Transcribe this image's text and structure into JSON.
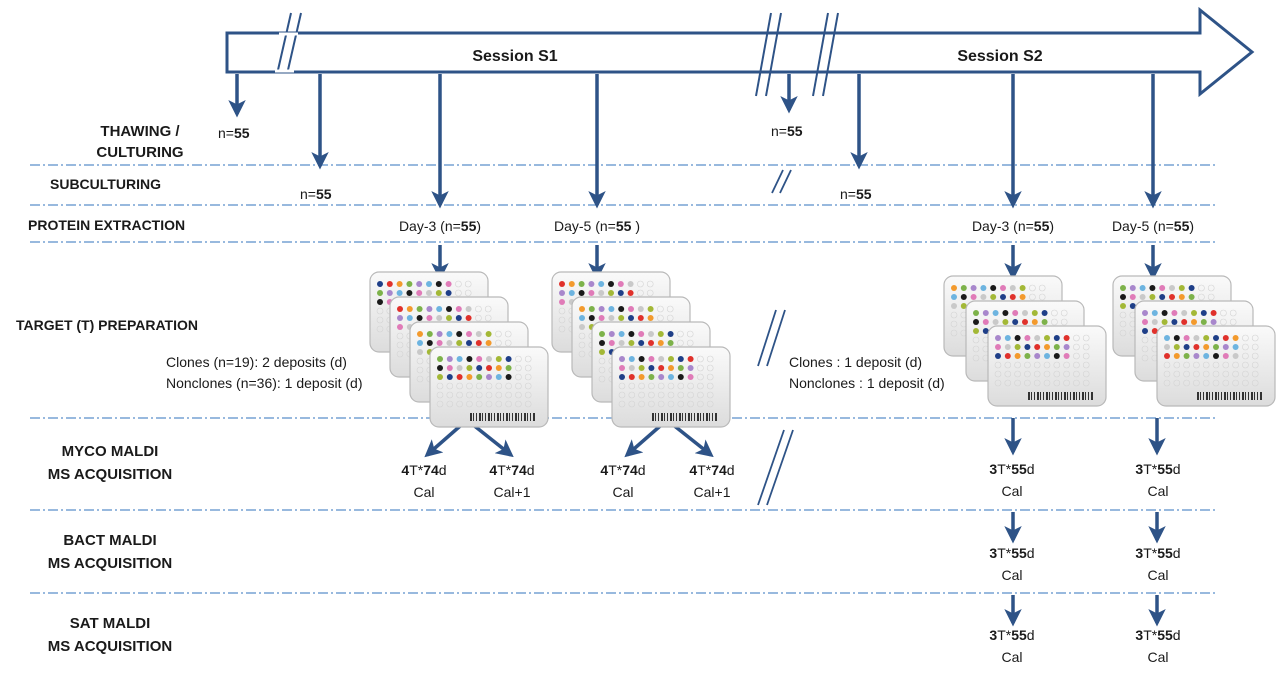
{
  "sessions": [
    {
      "label": "Session S1"
    },
    {
      "label": "Session S2"
    }
  ],
  "stages": {
    "thawing_1": "THAWING /",
    "thawing_2": "CULTURING",
    "subculturing": "SUBCULTURING",
    "protein": "PROTEIN EXTRACTION",
    "target": "TARGET (T) PREPARATION",
    "myco_1": "MYCO MALDI",
    "myco_2": "MS ACQUISITION",
    "bact_1": "BACT MALDI",
    "bact_2": "MS ACQUISITION",
    "sat_1": "SAT MALDI",
    "sat_2": "MS ACQUISITION"
  },
  "s1": {
    "thaw_prefix": "n=",
    "thaw_n": "55",
    "sub_prefix": "n=",
    "sub_n": "55",
    "day3_a": "Day-3 (n=",
    "day3_n": "55",
    "day3_b": ")",
    "day5_a": "Day-5 (n=",
    "day5_n": "55",
    "day5_b": " )",
    "clones": "Clones (n=19): 2 deposits (d)",
    "nonclones": "Nonclones (n=36): 1 deposit (d)",
    "acq": [
      {
        "t": "4",
        "mid": "T*",
        "d": "74",
        "suffix": "d",
        "cal": "Cal"
      },
      {
        "t": "4",
        "mid": "T*",
        "d": "74",
        "suffix": "d",
        "cal": "Cal+1"
      },
      {
        "t": "4",
        "mid": "T*",
        "d": "74",
        "suffix": "d",
        "cal": "Cal"
      },
      {
        "t": "4",
        "mid": "T*",
        "d": "74",
        "suffix": "d",
        "cal": "Cal+1"
      }
    ]
  },
  "s2": {
    "thaw_prefix": "n=",
    "thaw_n": "55",
    "sub_prefix": "n=",
    "sub_n": "55",
    "day3_a": "Day-3 (n=",
    "day3_n": "55",
    "day3_b": ")",
    "day5_a": "Day-5 (n=",
    "day5_n": "55",
    "day5_b": ")",
    "clones": "Clones : 1 deposit (d)",
    "nonclones": "Nonclones : 1 deposit (d)",
    "myco": [
      {
        "t": "3",
        "mid": "T*",
        "d": "55",
        "suffix": "d",
        "cal": "Cal"
      },
      {
        "t": "3",
        "mid": "T*",
        "d": "55",
        "suffix": "d",
        "cal": "Cal"
      }
    ],
    "bact": [
      {
        "t": "3",
        "mid": "T*",
        "d": "55",
        "suffix": "d",
        "cal": "Cal"
      },
      {
        "t": "3",
        "mid": "T*",
        "d": "55",
        "suffix": "d",
        "cal": "Cal"
      }
    ],
    "sat": [
      {
        "t": "3",
        "mid": "T*",
        "d": "55",
        "suffix": "d",
        "cal": "Cal"
      },
      {
        "t": "3",
        "mid": "T*",
        "d": "55",
        "suffix": "d",
        "cal": "Cal"
      }
    ]
  },
  "colors": {
    "arrow": "#2e5387",
    "divider": "#5b8fc9",
    "plate_fill": "#efefef",
    "plate_edge": "#b9b9b9",
    "spots": [
      "#1f3f88",
      "#e0312b",
      "#f39a2d",
      "#7db24a",
      "#a887cc",
      "#6db4e0",
      "#1a1a1a",
      "#e07bb8",
      "#c9c9c9",
      "#a3b836"
    ]
  }
}
